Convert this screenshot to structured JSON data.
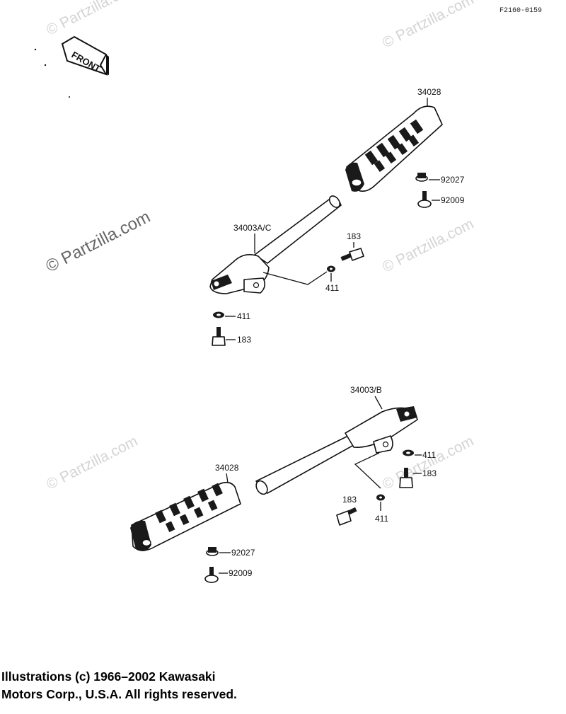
{
  "diagram_code": "F2160-0159",
  "front_label": "FRONT",
  "watermark": "© Partzilla.com",
  "callouts": {
    "p34028_top": "34028",
    "p92027_top": "92027",
    "p92009_top": "92009",
    "p34003ac": "34003A/C",
    "p183_top_right": "183",
    "p411_top_right": "411",
    "p411_top_left": "411",
    "p183_top_left": "183",
    "p34003b": "34003/B",
    "p411_bot_right": "411",
    "p183_bot_right": "183",
    "p183_bot_mid": "183",
    "p411_bot_mid": "411",
    "p34028_bot": "34028",
    "p92027_bot": "92027",
    "p92009_bot": "92009"
  },
  "copyright_line1": "Illustrations (c) 1966–2002 Kawasaki",
  "copyright_line2": "Motors Corp., U.S.A. All rights reserved."
}
